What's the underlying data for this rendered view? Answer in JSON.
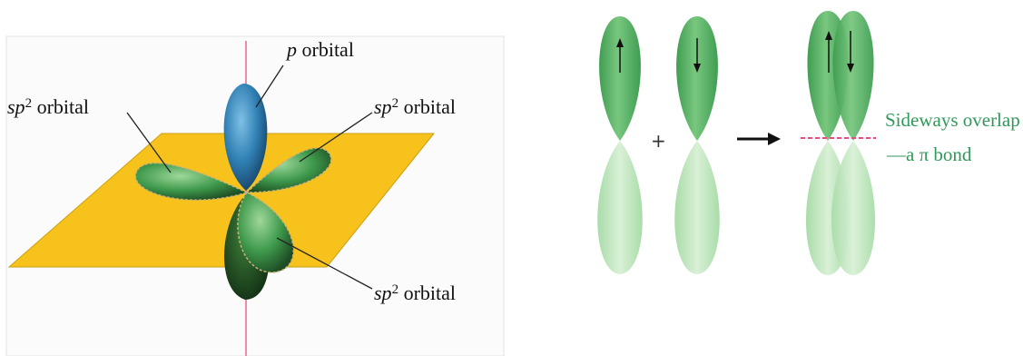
{
  "left_panel": {
    "labels": {
      "p_orbital": {
        "main": "p",
        "rest": "orbital"
      },
      "sp2_left": {
        "main": "sp",
        "sup": "2",
        "rest": "orbital"
      },
      "sp2_right": {
        "main": "sp",
        "sup": "2",
        "rest": "orbital"
      },
      "sp2_bottom": {
        "main": "sp",
        "sup": "2",
        "rest": "orbital"
      }
    },
    "colors": {
      "plane": "#f6c21b",
      "axis": "#f08aa8",
      "p_lobe": "#2f7fb3",
      "sp2_lobe": "#3f9a4c"
    }
  },
  "right_panel": {
    "plus": "+",
    "overlap_label_line1": "Sideways overlap",
    "overlap_label_line2": "—a π bond",
    "colors": {
      "lobe": "#4aaa5c",
      "dash": "#e0507e",
      "label": "#2e9a58"
    }
  }
}
